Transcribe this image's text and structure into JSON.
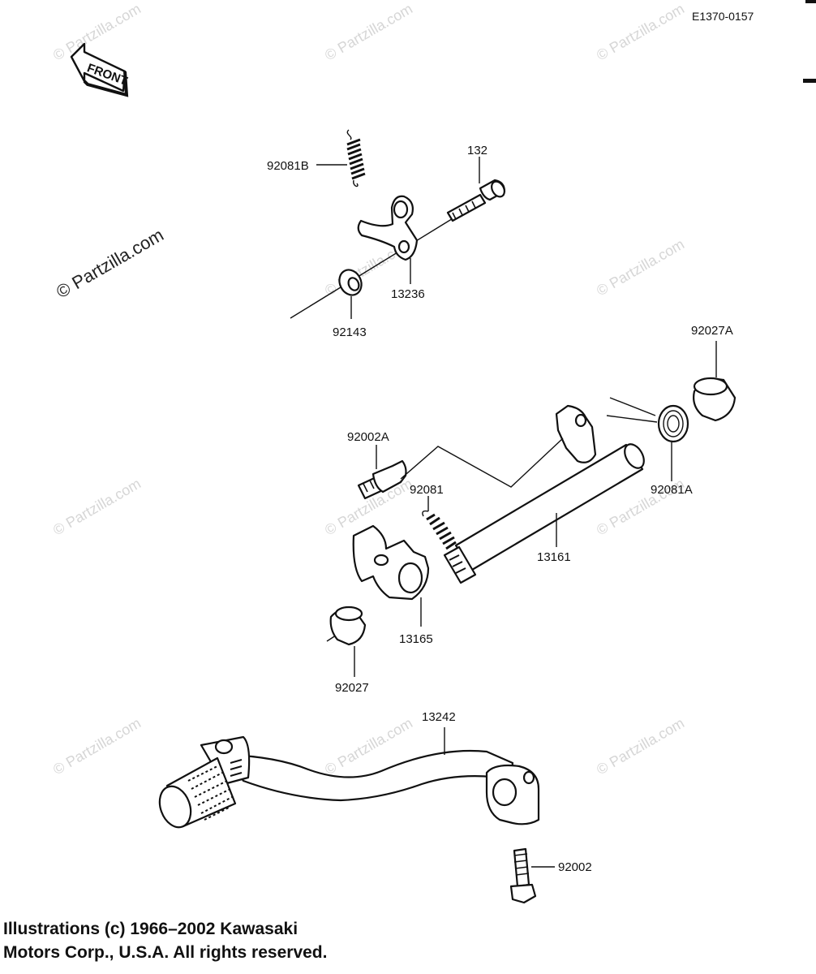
{
  "diagram": {
    "code": "E1370-0157",
    "front_label": "FRONT",
    "watermark": "© Partzilla.com",
    "part_labels": {
      "p92081B": "92081B",
      "p132": "132",
      "p13236": "13236",
      "p92143": "92143",
      "p92027A": "92027A",
      "p92002A": "92002A",
      "p92081": "92081",
      "p92081A": "92081A",
      "p13161": "13161",
      "p13165": "13165",
      "p92027": "92027",
      "p13242": "13242",
      "p92002": "92002"
    }
  },
  "copyright": {
    "line1": "Illustrations (c) 1966–2002 Kawasaki",
    "line2": "Motors Corp., U.S.A.  All rights reserved."
  }
}
